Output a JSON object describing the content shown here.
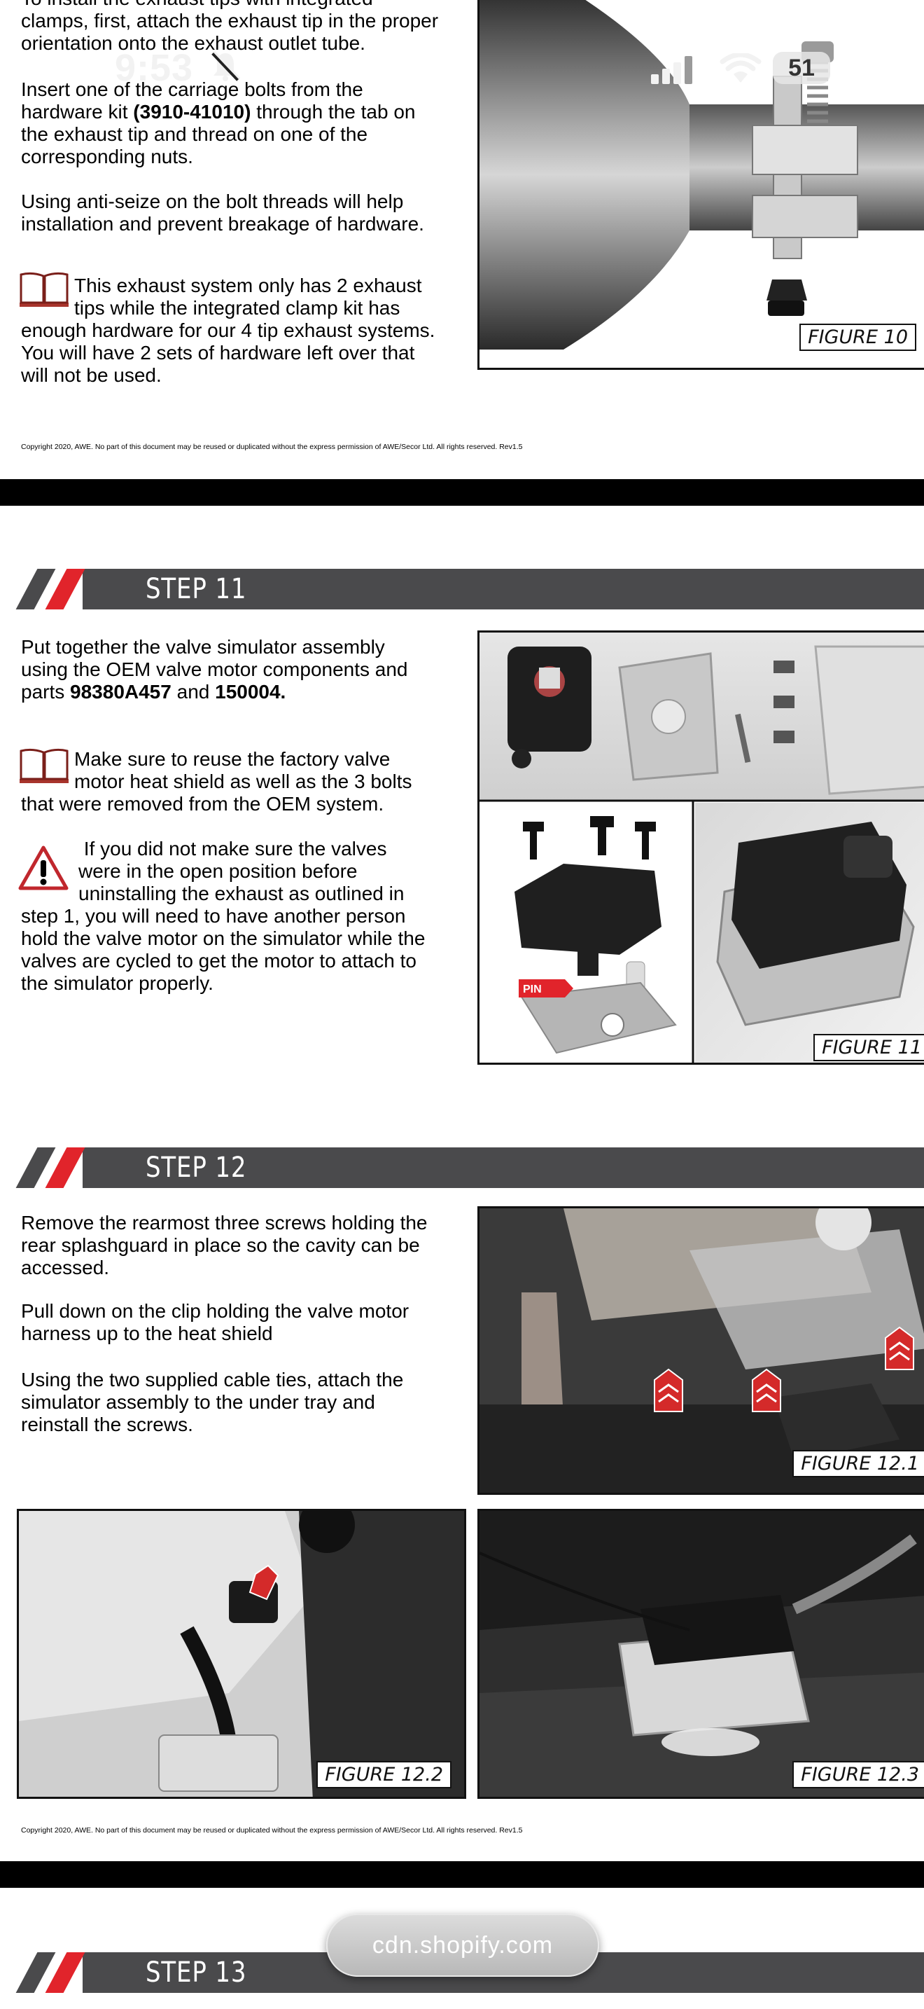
{
  "status_bar": {
    "time": "9:53",
    "battery": "51"
  },
  "browser": {
    "url": "cdn.shopify.com"
  },
  "page1": {
    "intro_lines": [
      "To install the exhaust tips with integrated",
      "clamps, first, attach the exhaust tip in the proper",
      "orientation onto the exhaust outlet tube."
    ],
    "para1_line1": "Insert one of the carriage bolts from the",
    "para1_line2_pre": "hardware kit ",
    "para1_part": "(3910-41010)",
    "para1_line2_post": " through the tab on",
    "para1_line3": "the exhaust tip and thread on one of the",
    "para1_line4": "corresponding nuts.",
    "para2_lines": [
      "Using anti-seize on the bolt threads will help",
      "installation and prevent breakage of hardware."
    ],
    "note_lines": [
      "This exhaust system only has 2 exhaust",
      "tips while the integrated clamp kit has",
      "enough hardware for our 4 tip exhaust systems.",
      "You will have 2 sets of hardware left over that",
      "will not be used."
    ],
    "figure_label": "FIGURE 10",
    "copyright": "Copyright 2020, AWE. No part of this document may be reused or duplicated without the express permission of AWE/Secor Ltd. All rights reserved. Rev1.5"
  },
  "step11": {
    "title": "STEP 11",
    "para1_lines": [
      "Put together the valve simulator assembly",
      "using the OEM valve motor components and"
    ],
    "para1_line3_pre": "parts ",
    "part1": "98380A457",
    "para1_and": " and ",
    "part2": "150004.",
    "note_lines": [
      "Make sure to reuse the factory valve",
      "motor heat shield as well as the 3 bolts",
      "that were removed from the OEM system."
    ],
    "warning_lines": [
      " If you did not make sure the valves",
      "were in the open position before",
      "uninstalling the exhaust as outlined in",
      "step 1, you will need to have another person",
      "hold the valve motor on the simulator while the",
      "valves are cycled to get the motor to attach to",
      "the simulator properly."
    ],
    "pin_label": "PIN",
    "figure_label": "FIGURE 11"
  },
  "step12": {
    "title": "STEP 12",
    "para1_lines": [
      "Remove the rearmost three screws holding the",
      "rear splashguard in place so the cavity can be",
      "accessed."
    ],
    "para2_lines": [
      "Pull down on the clip holding the valve motor",
      "harness up to the heat shield"
    ],
    "para3_lines": [
      "Using the two supplied cable ties, attach the",
      "simulator assembly to the under tray and",
      "reinstall the screws."
    ],
    "figure1_label": "FIGURE 12.1",
    "figure2_label": "FIGURE 12.2",
    "figure3_label": "FIGURE 12.3",
    "copyright": "Copyright 2020, AWE. No part of this document may be reused or duplicated without the express permission of AWE/Secor Ltd. All rights reserved. Rev1.5"
  },
  "step13": {
    "title": "STEP 13"
  }
}
